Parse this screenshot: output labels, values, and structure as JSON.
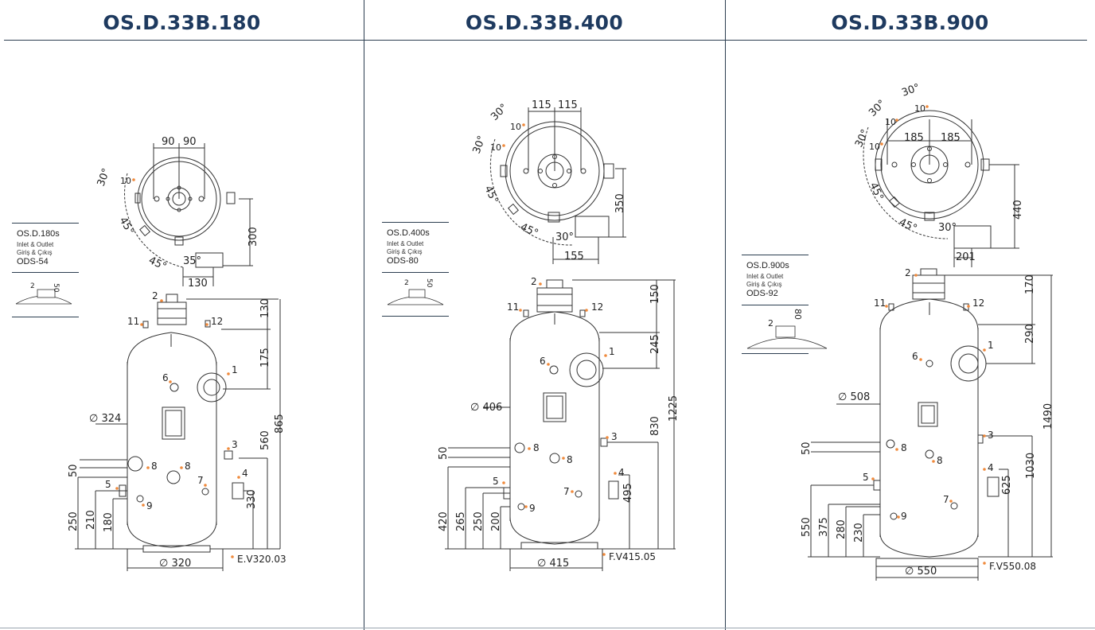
{
  "models": [
    {
      "title": "OS.D.33B.180",
      "inlet": {
        "code": "OS.D.180s",
        "line1": "Inlet & Outlet",
        "line2": "Giriş & Çıkış",
        "ods": "ODS-54",
        "num": "2",
        "dim": "50"
      },
      "top": {
        "w1": "90",
        "w2": "90",
        "a30": "30°",
        "a45a": "45°",
        "a45b": "45°",
        "a35": "35°",
        "p10": "10",
        "d300": "300",
        "d130": "130"
      },
      "side": {
        "d130": "130",
        "d175": "175",
        "d865": "865",
        "d560": "560",
        "d330": "330",
        "d50": "50",
        "d250": "250",
        "d210": "210",
        "d180": "180",
        "shell": "∅ 324",
        "base": "∅ 320",
        "ref": "E.V320.03"
      },
      "ports": [
        "1",
        "2",
        "3",
        "4",
        "5",
        "6",
        "7",
        "8",
        "8",
        "9",
        "11",
        "12"
      ]
    },
    {
      "title": "OS.D.33B.400",
      "inlet": {
        "code": "OS.D.400s",
        "line1": "Inlet & Outlet",
        "line2": "Giriş & Çıkış",
        "ods": "ODS-80",
        "num": "2",
        "dim": "50"
      },
      "top": {
        "w1": "115",
        "w2": "115",
        "a30a": "30°",
        "a30b": "30°",
        "a45a": "45°",
        "a45b": "45°",
        "a30c": "30°",
        "p10a": "10",
        "p10b": "10",
        "d350": "350",
        "d155": "155"
      },
      "side": {
        "d150": "150",
        "d245": "245",
        "d830": "830",
        "d1225": "1225",
        "d495": "495",
        "d50": "50",
        "d420": "420",
        "d265": "265",
        "d250": "250",
        "d200": "200",
        "shell": "∅ 406",
        "base": "∅ 415",
        "ref": "F.V415.05"
      },
      "ports": [
        "1",
        "2",
        "3",
        "4",
        "5",
        "6",
        "7",
        "8",
        "8",
        "9",
        "11",
        "12"
      ]
    },
    {
      "title": "OS.D.33B.900",
      "inlet": {
        "code": "OS.D.900s",
        "line1": "Inlet & Outlet",
        "line2": "Giriş & Çıkış",
        "ods": "ODS-92",
        "num": "2",
        "dim": "80"
      },
      "top": {
        "w1": "185",
        "w2": "185",
        "a30a": "30°",
        "a30b": "30°",
        "a30c": "30°",
        "a45a": "45°",
        "a45b": "45°",
        "a30d": "30°",
        "p10a": "10",
        "p10b": "10",
        "p10c": "10",
        "d440": "440",
        "d201": "201"
      },
      "side": {
        "d170": "170",
        "d290": "290",
        "d1490": "1490",
        "d1030": "1030",
        "d625": "625",
        "d50": "50",
        "d550": "550",
        "d375": "375",
        "d280": "280",
        "d230": "230",
        "shell": "∅ 508",
        "base": "∅ 550",
        "ref": "F.V550.08"
      },
      "ports": [
        "1",
        "2",
        "3",
        "4",
        "5",
        "6",
        "7",
        "8",
        "8",
        "9",
        "11",
        "12"
      ]
    }
  ],
  "colors": {
    "title": "#1e3a5f",
    "rule": "#2c3e50",
    "accent": "#f08a3c",
    "line": "#333333"
  }
}
